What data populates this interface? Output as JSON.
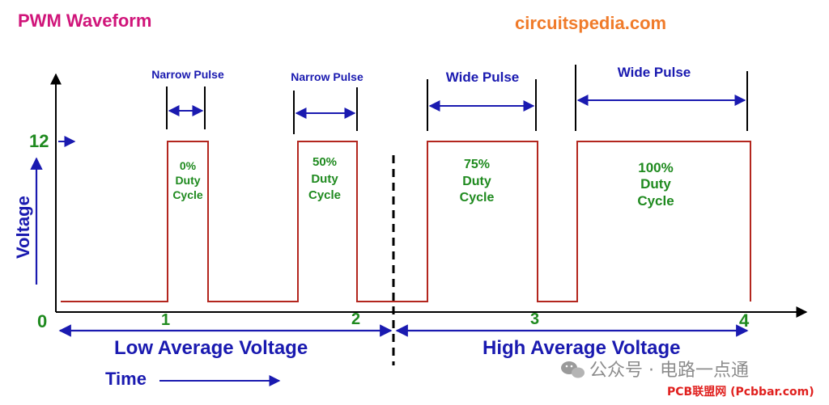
{
  "header": {
    "title": "PWM Waveform",
    "site": "circuitspedia.com"
  },
  "axes": {
    "y_label": "Voltage",
    "x_label": "Time",
    "y_high": "12",
    "origin": "0",
    "x_ticks": [
      "1",
      "2",
      "3",
      "4"
    ]
  },
  "pulses": [
    {
      "width_label": "Narrow Pulse",
      "duty": [
        "0%",
        "Duty",
        "Cycle"
      ]
    },
    {
      "width_label": "Narrow Pulse",
      "duty": [
        "50%",
        "Duty",
        "Cycle"
      ]
    },
    {
      "width_label": "Wide Pulse",
      "duty": [
        "75%",
        "Duty",
        "Cycle"
      ]
    },
    {
      "width_label": "Wide Pulse",
      "duty": [
        "100%",
        "Duty",
        "Cycle"
      ]
    }
  ],
  "regions": {
    "low": "Low Average Voltage",
    "high": "High Average Voltage"
  },
  "watermarks": {
    "wechat": "公众号 · 电路一点通",
    "pcbbar": "PCB联盟网 (Pcbbar.com)"
  },
  "colors": {
    "title": "#d0157a",
    "site": "#f07b2a",
    "axis_label": "#1a1ab0",
    "tick_label": "#1f8a1f",
    "duty_text": "#1f8a1f",
    "waveform": "#b3261e",
    "width_label": "#1a1ab0",
    "arrow": "#1a1ab0",
    "pcbbar": "#e0201e",
    "wechat": "#8c8c8c"
  }
}
